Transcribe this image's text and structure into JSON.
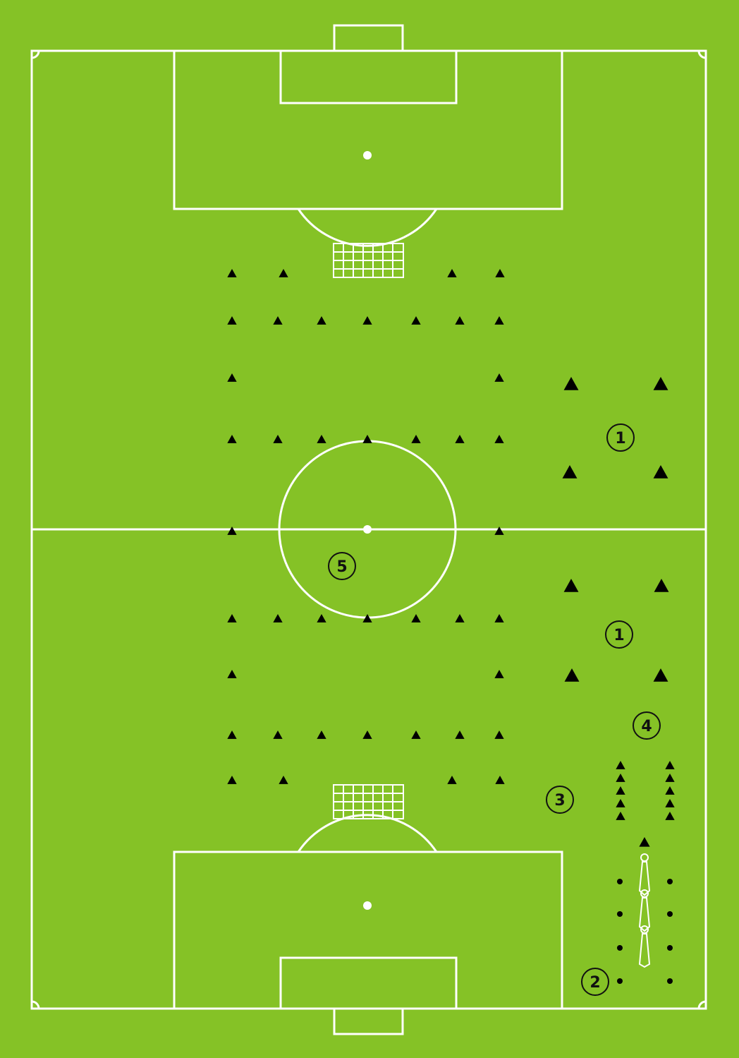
{
  "pitch": {
    "grass_color": "#85c226",
    "line_color": "#ffffff",
    "marker_color": "#000000"
  },
  "stations": [
    {
      "id": "station-1-top",
      "label": "1"
    },
    {
      "id": "station-1-bottom",
      "label": "1"
    },
    {
      "id": "station-2",
      "label": "2"
    },
    {
      "id": "station-3",
      "label": "3"
    },
    {
      "id": "station-4",
      "label": "4"
    },
    {
      "id": "station-5",
      "label": "5"
    }
  ],
  "icons": {
    "cone": "triangle-cone-icon",
    "goal": "goal-net-icon",
    "mannequin": "mannequin-icon",
    "dot": "marker-dot-icon"
  }
}
